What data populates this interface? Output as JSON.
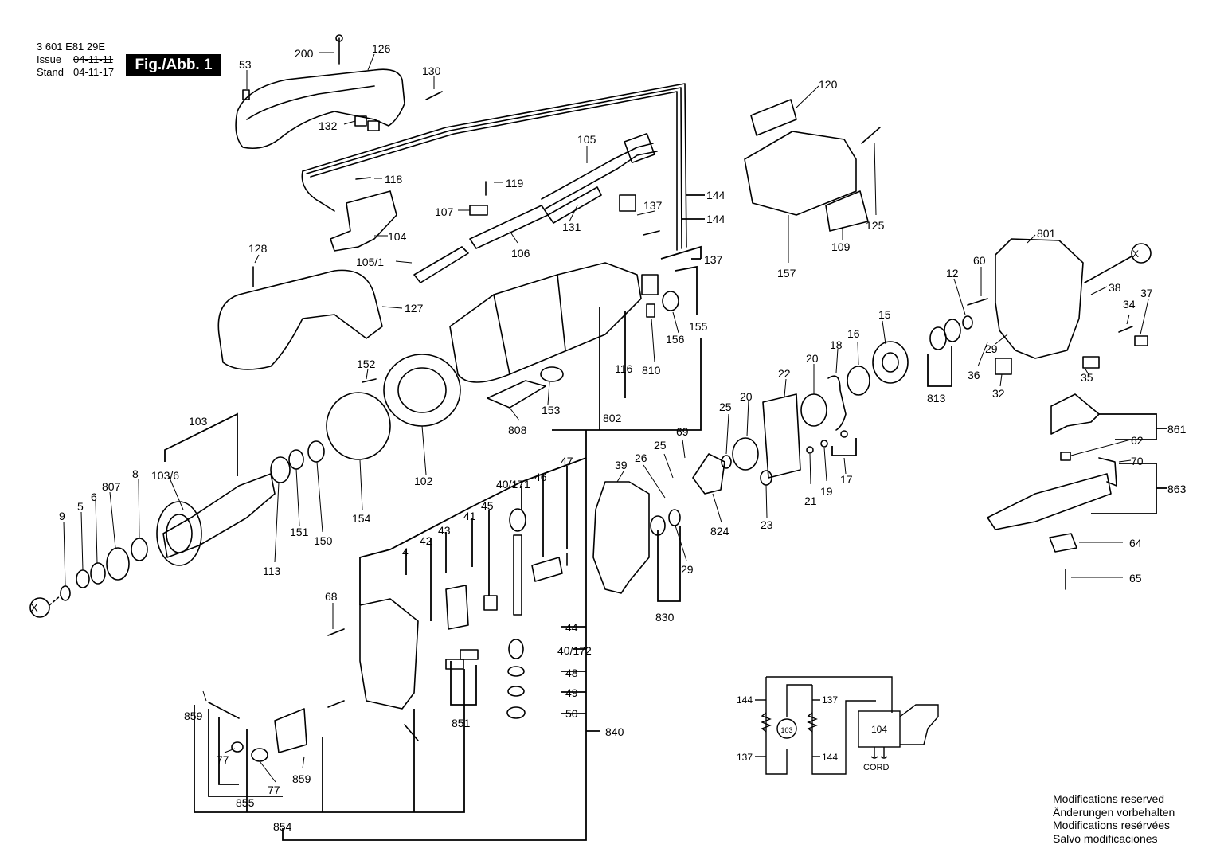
{
  "header": {
    "doc_number": "3 601 E81 29E",
    "issue_label": "Issue",
    "issue_date": "04-11-11",
    "stand_label": "Stand",
    "stand_date": "04-11-17",
    "figure_label": "Fig./Abb. 1"
  },
  "callouts": [
    "200",
    "126",
    "53",
    "130",
    "132",
    "120",
    "125",
    "105",
    "144",
    "144",
    "118",
    "119",
    "107",
    "131",
    "137",
    "104",
    "106",
    "109",
    "157",
    "137",
    "128",
    "105/1",
    "127",
    "801",
    "60",
    "12",
    "38",
    "34",
    "37",
    "152",
    "103/6",
    "15",
    "16",
    "18",
    "29",
    "116",
    "810",
    "156",
    "155",
    "22",
    "20",
    "813",
    "36",
    "32",
    "35",
    "802",
    "153",
    "808",
    "103",
    "25",
    "20",
    "861",
    "62",
    "70",
    "69",
    "26",
    "25",
    "39",
    "21",
    "19",
    "17",
    "863",
    "8",
    "807",
    "6",
    "5",
    "9",
    "113",
    "151",
    "150",
    "154",
    "102",
    "47",
    "46",
    "40/171",
    "45",
    "41",
    "43",
    "42",
    "4",
    "23",
    "824",
    "29",
    "64",
    "65",
    "68",
    "44",
    "40/172",
    "48",
    "49",
    "50",
    "830",
    "840",
    "851",
    "859",
    "77",
    "77",
    "859",
    "855",
    "854",
    "X",
    "X",
    "144",
    "137",
    "137",
    "144",
    "103",
    "104",
    "CORD"
  ],
  "wiring": {
    "labels_left": [
      "144",
      "137"
    ],
    "labels_right": [
      "137",
      "144"
    ],
    "motor_label": "103",
    "switch_label": "104",
    "cord_label": "CORD"
  },
  "notes": [
    "Modifications reserved",
    "Änderungen vorbehalten",
    "Modifications resérvées",
    "Salvo modificaciones"
  ]
}
